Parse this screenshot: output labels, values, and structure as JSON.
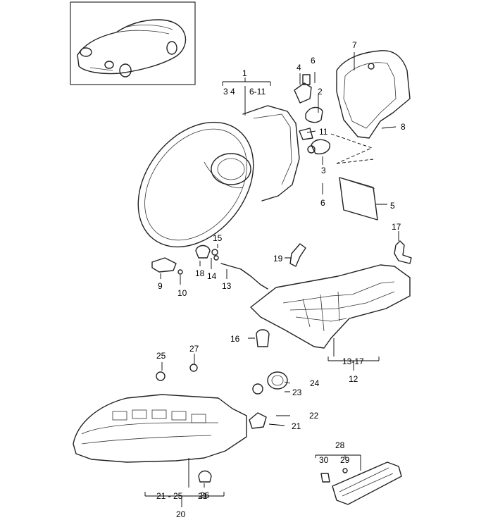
{
  "callouts": {
    "c1": "1",
    "c1_sub_a": "3 4",
    "c1_sub_b": "6-11",
    "c2": "2",
    "c3": "3",
    "c4": "4",
    "c5": "5",
    "c6a": "6",
    "c6b": "6",
    "c7": "7",
    "c8": "8",
    "c9": "9",
    "c10": "10",
    "c11": "11",
    "c12": "12",
    "c12_sub": "13-17",
    "c13": "13",
    "c14": "14",
    "c15": "15",
    "c16": "16",
    "c17": "17",
    "c18": "18",
    "c19": "19",
    "c20": "20",
    "c20_sub": "21 - 25",
    "c21a": "21",
    "c21b": "21",
    "c22": "22",
    "c23": "23",
    "c24": "24",
    "c25": "25",
    "c26": "26",
    "c27": "27",
    "c28": "28",
    "c29": "29",
    "c30": "30"
  },
  "icons": {
    "vehicle": "car-thumbnail-icon",
    "headlight": "headlight-housing-icon",
    "bulbs": "bulb-icon",
    "control_unit": "control-unit-icon",
    "cover": "headlight-cover-icon",
    "bracket": "mounting-bracket-icon",
    "fog_light": "front-lamp-icon",
    "side_marker": "side-marker-icon"
  }
}
